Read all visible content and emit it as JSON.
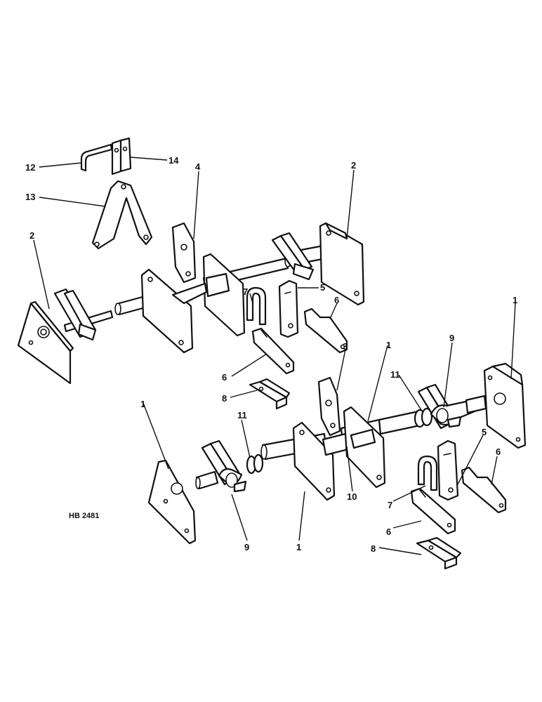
{
  "figure_id": "HB 2481",
  "callouts": {
    "c12": "12",
    "c14": "14",
    "c13": "13",
    "c4": "4",
    "c2a": "2",
    "c2b": "2",
    "c7a": "7",
    "c5a": "5",
    "c6a": "6",
    "c6b": "6",
    "c8a": "8",
    "c1a": "1",
    "c9a": "9",
    "c3": "3",
    "c1b": "1",
    "c11a": "11",
    "c1c": "1",
    "c11b": "11",
    "c5b": "5",
    "c6c": "6",
    "c10": "10",
    "c7b": "7",
    "c9b": "9",
    "c1d": "1",
    "c6d": "6",
    "c8b": "8"
  }
}
